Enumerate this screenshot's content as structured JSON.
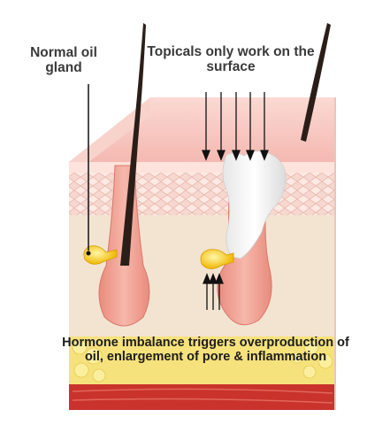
{
  "labels": {
    "normal_gland": "Normal oil gland",
    "topicals": "Topicals only work on the surface",
    "hormone": "Hormone imbalance triggers overproduction of oil, enlargement of pore & inflammation"
  },
  "colors": {
    "epidermis_top": "#f7c9c4",
    "epidermis_front": "#fde3dc",
    "dermis": "#f2e2cf",
    "follicle": "#f2a99c",
    "fat": "#f6e27c",
    "muscle": "#c9332b",
    "hair": "#2b1e18",
    "oil": "#f2c515",
    "pore_fill": "#ffffff",
    "arrow": "#111111"
  }
}
